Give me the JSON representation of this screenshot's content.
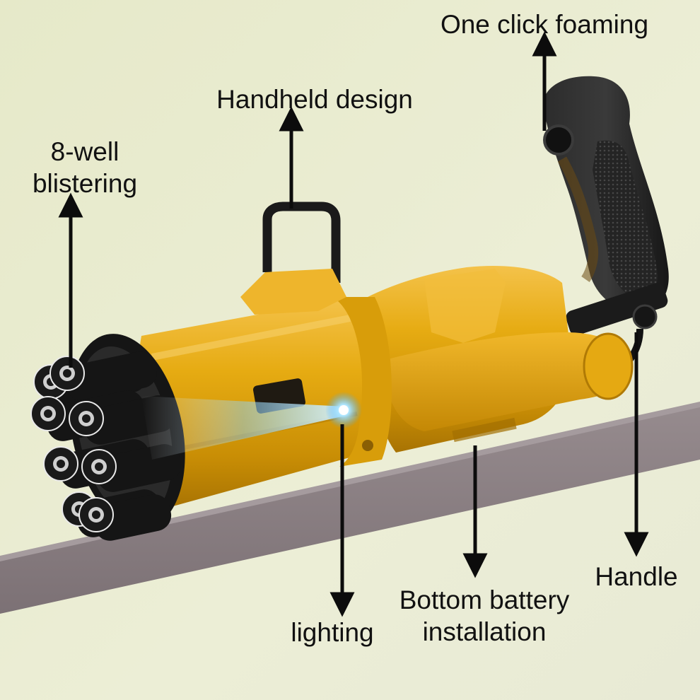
{
  "colors": {
    "background": "#e9ebd2",
    "ledge": "#8a7e82",
    "body_yellow": "#e3a80f",
    "barrel_black": "#141414",
    "handle_black": "#1e1e1e",
    "arrow": "#0c0c0c"
  },
  "callouts": {
    "one_click_foaming": [
      "One click foaming"
    ],
    "handheld_design": [
      "Handheld design"
    ],
    "eight_well_blistering": [
      "8-well",
      "blistering"
    ],
    "handle": [
      "Handle"
    ],
    "bottom_battery_installation": [
      "Bottom battery",
      "installation"
    ],
    "lighting": [
      "lighting"
    ]
  }
}
